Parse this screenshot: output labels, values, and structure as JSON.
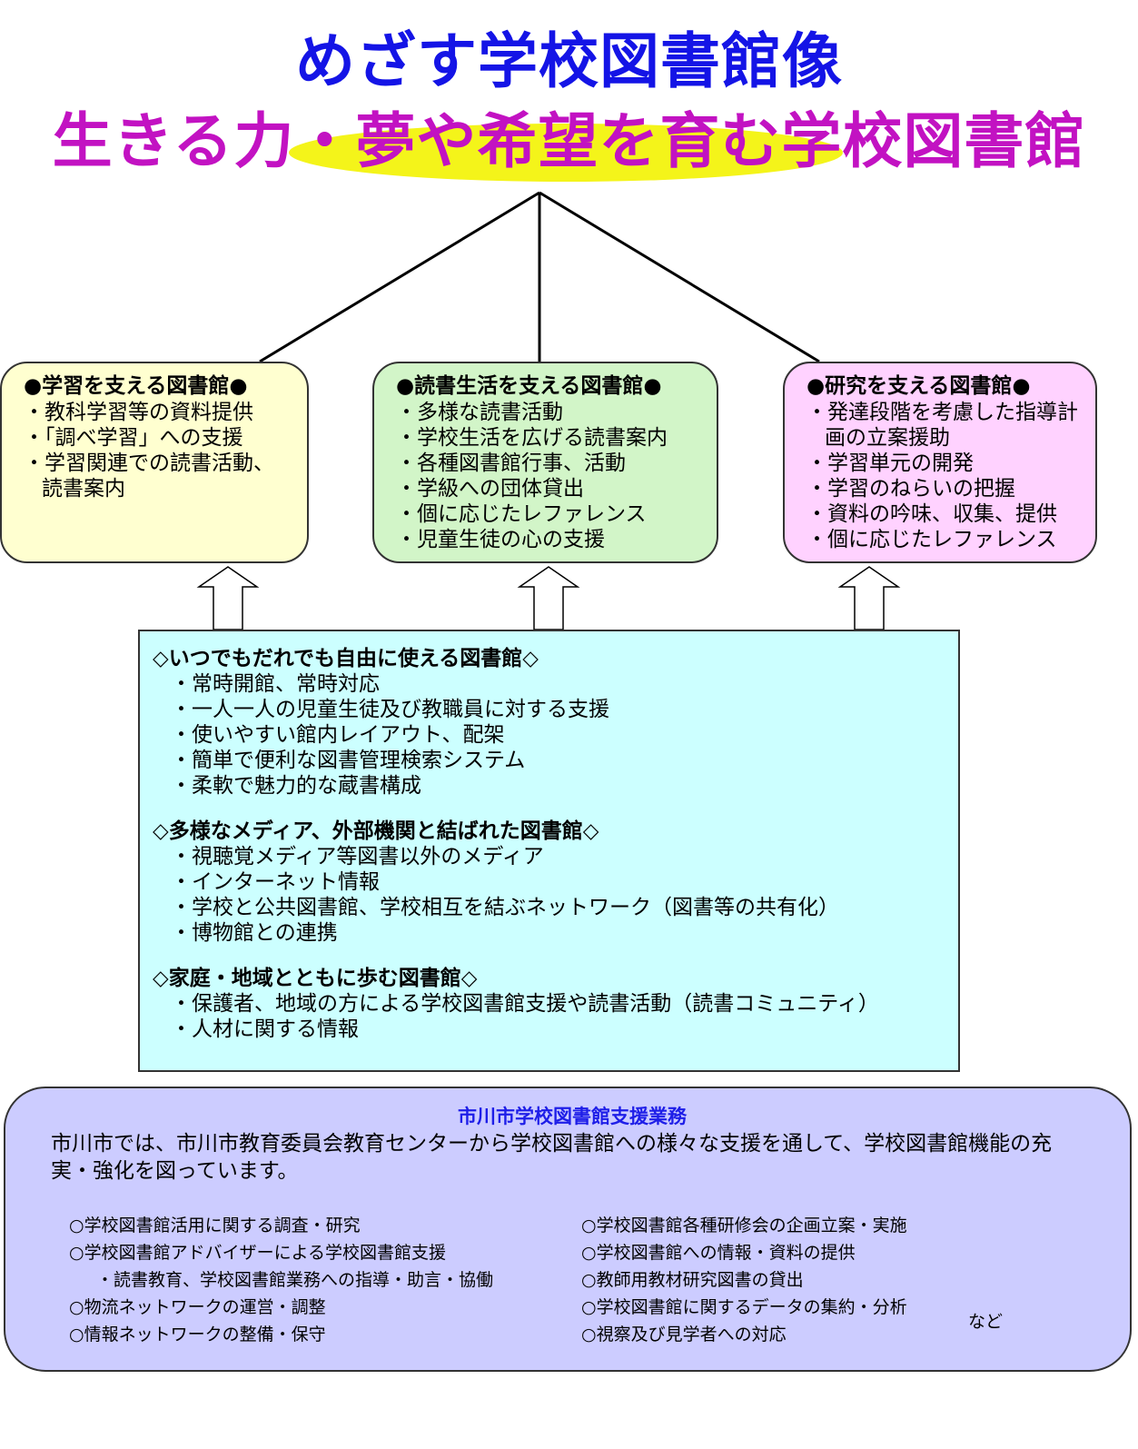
{
  "title": {
    "main": "めざす学校図書館像",
    "sub": "生きる力・夢や希望を育む学校図書館"
  },
  "pillars": [
    {
      "heading": "●学習を支える図書館●",
      "items": [
        "教科学習等の資料提供",
        "「調べ学習」への支援",
        "学習関連での読書活動、読書案内"
      ],
      "color": "#ffffd0"
    },
    {
      "heading": "●読書生活を支える図書館●",
      "items": [
        "多様な読書活動",
        "学校生活を広げる読書案内",
        "各種図書館行事、活動",
        "学級への団体貸出",
        "個に応じたレファレンス",
        "児童生徒の心の支援"
      ],
      "color": "#d2f5c8"
    },
    {
      "heading": "●研究を支える図書館●",
      "items": [
        "発達段階を考慮した指導計画の立案援助",
        "学習単元の開発",
        "学習のねらいの把握",
        "資料の吟味、収集、提供",
        "個に応じたレファレンス"
      ],
      "color": "#ffd2ff"
    }
  ],
  "foundation": {
    "sections": [
      {
        "heading": "◇いつでもだれでも自由に使える図書館◇",
        "items": [
          "常時開館、常時対応",
          "一人一人の児童生徒及び教職員に対する支援",
          "使いやすい館内レイアウト、配架",
          "簡単で便利な図書管理検索システム",
          "柔軟で魅力的な蔵書構成"
        ]
      },
      {
        "heading": "◇多様なメディア、外部機関と結ばれた図書館◇",
        "items": [
          "視聴覚メディア等図書以外のメディア",
          "インターネット情報",
          "学校と公共図書館、学校相互を結ぶネットワーク（図書等の共有化）",
          "博物館との連携"
        ]
      },
      {
        "heading": "◇家庭・地域とともに歩む図書館◇",
        "items": [
          "保護者、地域の方による学校図書館支援や読書活動（読書コミュニティ）",
          "人材に関する情報"
        ]
      }
    ],
    "color": "#ccffff"
  },
  "support": {
    "title": "市川市学校図書館支援業務",
    "description": "市川市では、市川市教育委員会教育センターから学校図書館への様々な支援を通して、学校図書館機能の充実・強化を図っています。",
    "left_items": [
      {
        "text": "学校図書館活用に関する調査・研究",
        "sub": false
      },
      {
        "text": "学校図書館アドバイザーによる学校図書館支援",
        "sub": false
      },
      {
        "text": "読書教育、学校図書館業務への指導・助言・協働",
        "sub": true
      },
      {
        "text": "物流ネットワークの運営・調整",
        "sub": false
      },
      {
        "text": "情報ネットワークの整備・保守",
        "sub": false
      }
    ],
    "right_items": [
      {
        "text": "学校図書館各種研修会の企画立案・実施",
        "sub": false
      },
      {
        "text": "学校図書館への情報・資料の提供",
        "sub": false
      },
      {
        "text": "教師用教材研究図書の貸出",
        "sub": false
      },
      {
        "text": "学校図書館に関するデータの集約・分析",
        "sub": false
      },
      {
        "text": "視察及び見学者への対応",
        "sub": false
      }
    ],
    "etc": "など",
    "color": "#ccccff"
  }
}
